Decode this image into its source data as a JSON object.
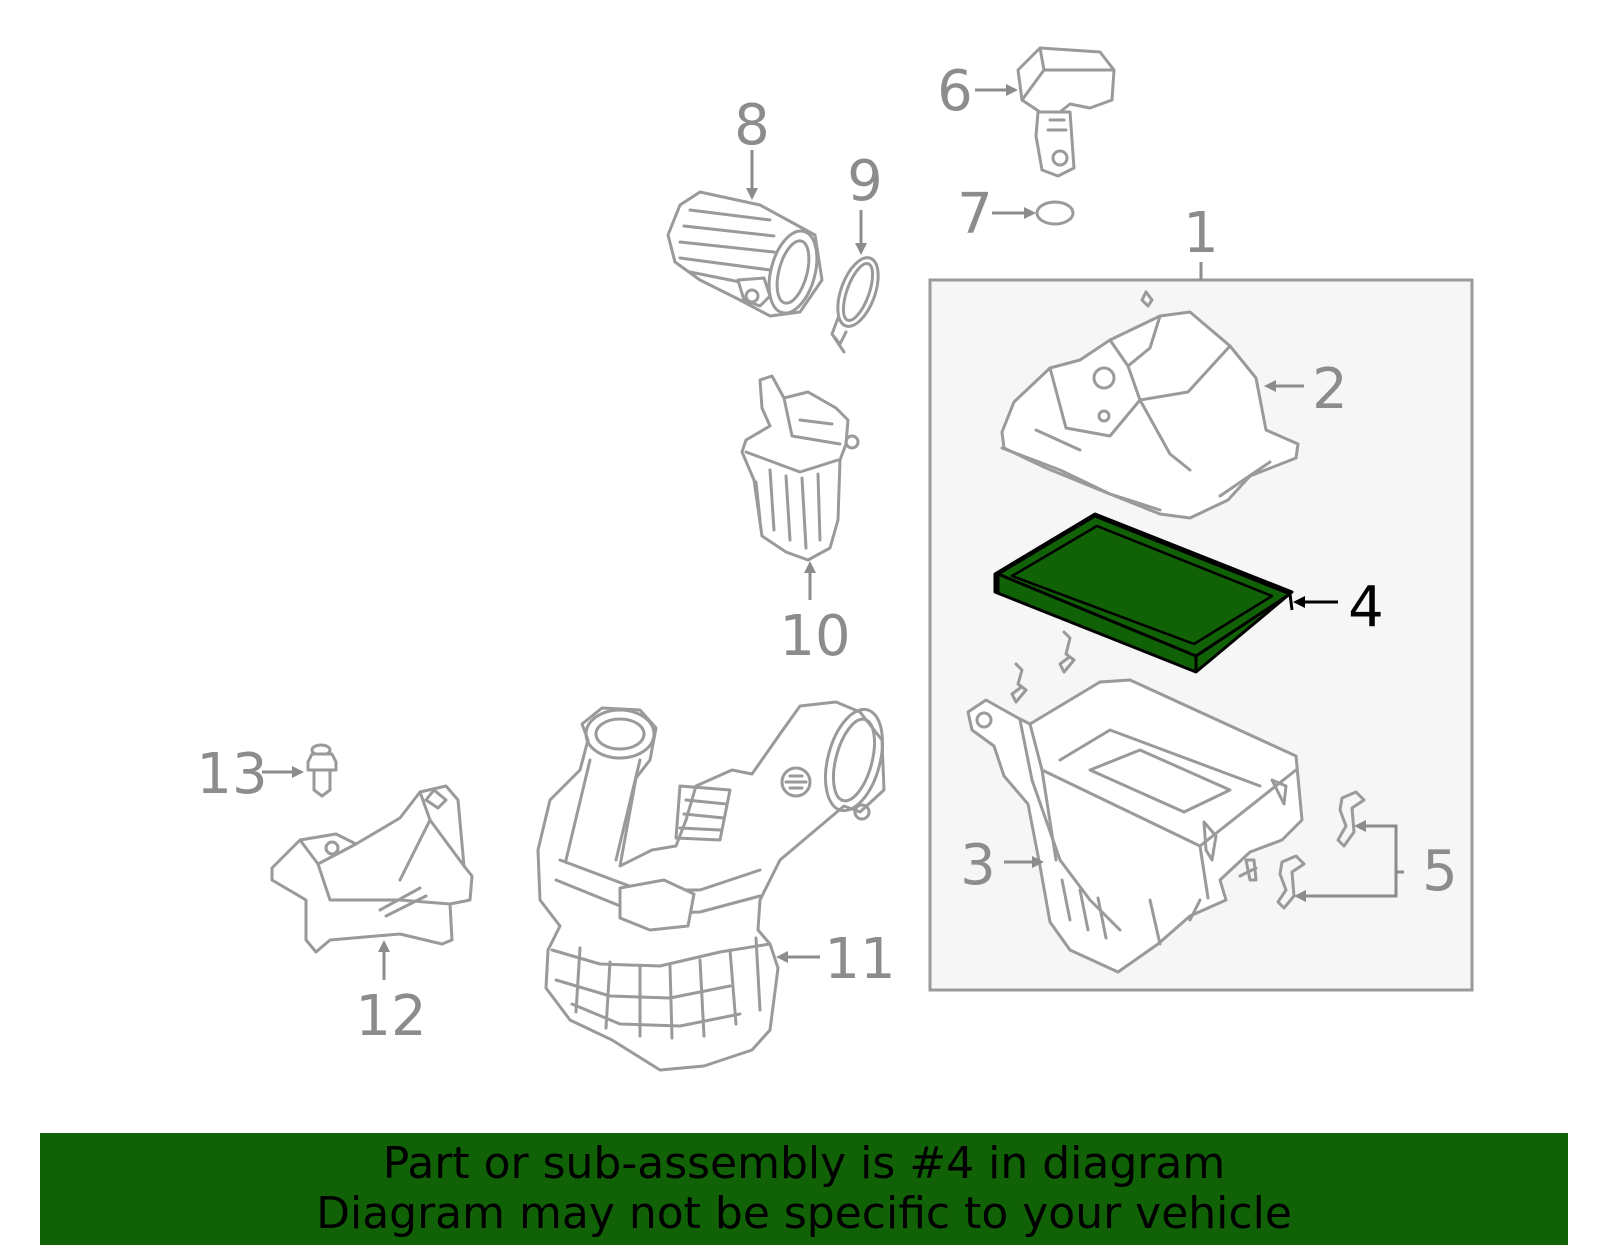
{
  "colors": {
    "highlight_fill": "#116106",
    "line_gray": "#9a9a9a",
    "box_fill": "#f6f6f6",
    "footer_bg": "#116106"
  },
  "highlighted_part": "4",
  "callouts": {
    "c1": "1",
    "c2": "2",
    "c3": "3",
    "c4": "4",
    "c5": "5",
    "c6": "6",
    "c7": "7",
    "c8": "8",
    "c9": "9",
    "c10": "10",
    "c11": "11",
    "c12": "12",
    "c13": "13"
  },
  "footer": {
    "line1": "Part or sub-assembly is #4 in diagram",
    "line2": "Diagram may not be specific to your vehicle"
  }
}
